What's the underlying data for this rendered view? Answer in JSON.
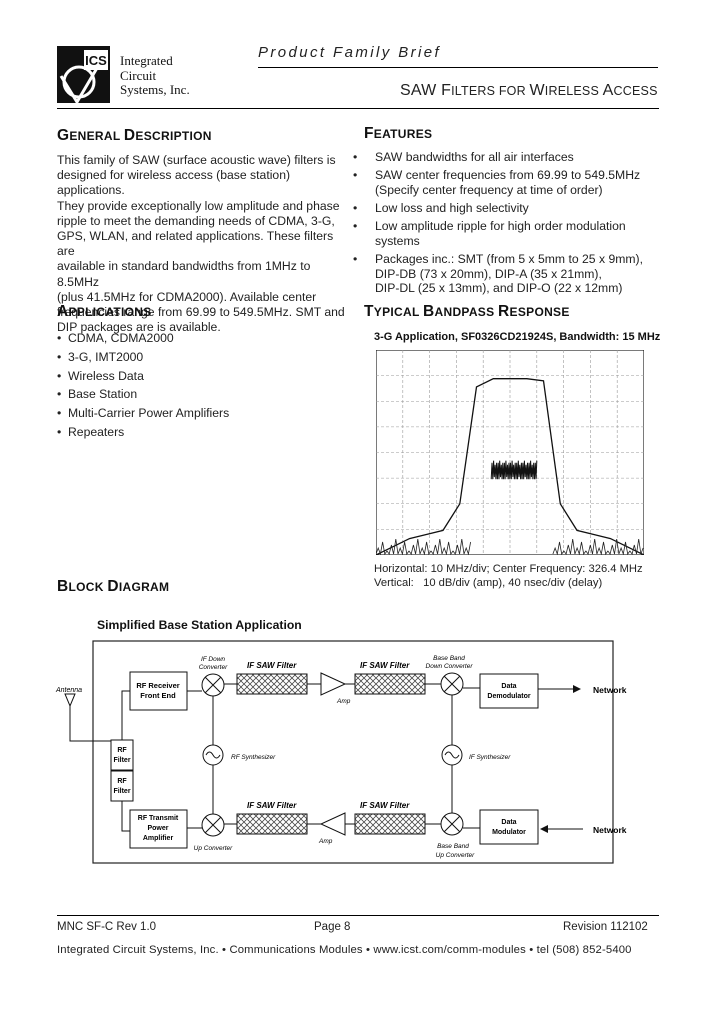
{
  "header": {
    "logo_text": "ICS",
    "company_lines": [
      "Integrated",
      "Circuit",
      "Systems, Inc."
    ],
    "brief": "Product Family Brief",
    "title_parts": [
      {
        "t": "SAW ",
        "sc": false
      },
      {
        "t": "F",
        "sc": false
      },
      {
        "t": "ILTERS ",
        "sc": true
      },
      {
        "t": "FOR ",
        "sc": true
      },
      {
        "t": "W",
        "sc": false
      },
      {
        "t": "IRELESS ",
        "sc": true
      },
      {
        "t": "A",
        "sc": false
      },
      {
        "t": "CCESS",
        "sc": true
      }
    ]
  },
  "general": {
    "heading_first": [
      "G",
      "D"
    ],
    "heading_rest": [
      "ENERAL ",
      "ESCRIPTION"
    ],
    "lines": [
      "This family of SAW (surface acoustic wave) filters is",
      "designed for wireless access (base station) applications.",
      "They provide exceptionally low amplitude and phase",
      "ripple to meet the demanding needs of CDMA, 3-G,",
      "GPS, WLAN, and related applications. These filters are",
      "available in standard bandwidths from 1MHz to 8.5MHz",
      "(plus 41.5MHz for CDMA2000). Available center",
      "frequencies range from 69.99 to 549.5MHz. SMT and",
      "DIP packages are is available."
    ]
  },
  "applications": {
    "heading_first": "A",
    "heading_rest": "PPLICATIONS",
    "items": [
      "CDMA, CDMA2000",
      "3-G, IMT2000",
      "Wireless Data",
      "Base Station",
      "Multi-Carrier Power Amplifiers",
      "Repeaters"
    ]
  },
  "features": {
    "heading_first": "F",
    "heading_rest": "EATURES",
    "items": [
      [
        "SAW bandwidths for all air interfaces"
      ],
      [
        "SAW center frequencies from 69.99 to 549.5MHz",
        "(Specify center frequency at time of order)"
      ],
      [
        "Low loss and high selectivity"
      ],
      [
        "Low amplitude ripple for high order modulation",
        "systems"
      ],
      [
        "Packages inc.: SMT (from 5 x 5mm to 25 x 9mm),",
        "DIP-DB (73 x 20mm), DIP-A (35 x 21mm),",
        "DIP-DL (25 x 13mm), and DIP-O (22 x 12mm)"
      ]
    ]
  },
  "typical": {
    "heading_first": [
      "T",
      "B",
      "R"
    ],
    "heading_rest": [
      "YPICAL ",
      "ANDPASS ",
      "ESPONSE"
    ],
    "caption": "3-G Application, SF0326CD21924S, Bandwidth: 15 MHz",
    "note_lines": [
      "Horizontal: 10 MHz/div; Center Frequency: 326.4 MHz",
      "Vertical:   10 dB/div (amp), 40 nsec/div (delay)"
    ]
  },
  "chart_data": {
    "type": "line",
    "title": "3-G Application, SF0326CD21924S, Bandwidth: 15 MHz",
    "x_divisions": 10,
    "y_divisions": 8,
    "grid": true,
    "series": [
      {
        "values": [
          0,
          0.04,
          0.08,
          0.1,
          0.12,
          0.25,
          0.82,
          0.86,
          0.86,
          0.86,
          0.85,
          0.25,
          0.12,
          0.1,
          0.08,
          0.04,
          0
        ]
      },
      {
        "values": [
          0.39,
          0.43,
          0.39,
          0.44,
          0.4,
          0.42,
          0.39,
          0.43
        ]
      }
    ]
  },
  "block": {
    "heading_first": [
      "B",
      "D"
    ],
    "heading_rest": [
      "LOCK ",
      "IAGRAM"
    ],
    "caption": "Simplified Base Station Application",
    "labels": {
      "antenna": "Antenna",
      "rf_receiver": [
        "RF Receiver",
        "Front End"
      ],
      "rf_filter": [
        "RF",
        "Filter"
      ],
      "rf_transmit": [
        "RF Transmit",
        "Power",
        "Amplifier"
      ],
      "if_down": [
        "IF Down",
        "Converter"
      ],
      "if_saw": "IF SAW Filter",
      "amp": "Amp",
      "base_band_down": [
        "Base Band",
        "Down Converter"
      ],
      "data_demod": [
        "Data",
        "Demodulator"
      ],
      "data_mod": [
        "Data",
        "Modulator"
      ],
      "network": "Network",
      "rf_synth": "RF Synthesizer",
      "if_synth": "IF Synthesizer",
      "up_conv": "Up Converter",
      "base_band_up": [
        "Base Band",
        "Up Converter"
      ]
    }
  },
  "footer": {
    "left": "MNC SF-C Rev 1.0",
    "center": "Page 8",
    "right": "Revision 112102",
    "line": "Integrated Circuit Systems, Inc. • Communications Modules • www.icst.com/comm-modules • tel (508) 852-5400"
  }
}
